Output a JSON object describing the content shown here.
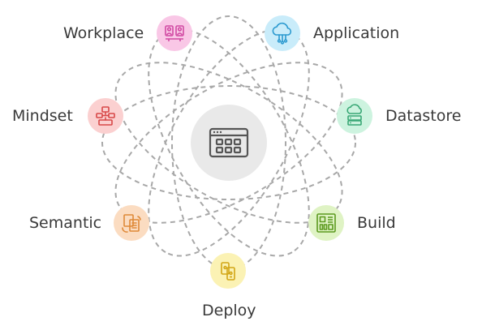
{
  "diagram": {
    "center": {
      "icon": "browser-window-grid-icon"
    },
    "nodes": [
      {
        "id": "workplace",
        "label": "Workplace",
        "icon": "team-collaboration-icon",
        "bg": "#f9c7e6",
        "fg": "#d14aa3"
      },
      {
        "id": "application",
        "label": "Application",
        "icon": "cloud-network-icon",
        "bg": "#c9ecfa",
        "fg": "#2c9ad0"
      },
      {
        "id": "datastore",
        "label": "Datastore",
        "icon": "cloud-database-icon",
        "bg": "#cdf3df",
        "fg": "#3aa876"
      },
      {
        "id": "build",
        "label": "Build",
        "icon": "circuit-board-icon",
        "bg": "#dff3c4",
        "fg": "#5c9a1f"
      },
      {
        "id": "deploy",
        "label": "Deploy",
        "icon": "mobile-devices-icon",
        "bg": "#fbf2b4",
        "fg": "#d2a616"
      },
      {
        "id": "semantic",
        "label": "Semantic",
        "icon": "documents-sync-icon",
        "bg": "#fbdcc1",
        "fg": "#df8a39"
      },
      {
        "id": "mindset",
        "label": "Mindset",
        "icon": "network-devices-icon",
        "bg": "#fbd0d0",
        "fg": "#d84848"
      }
    ],
    "orbit_color": "#a8a8a8",
    "hub_color": "#e9e9e9",
    "hub_icon_color": "#555555"
  }
}
